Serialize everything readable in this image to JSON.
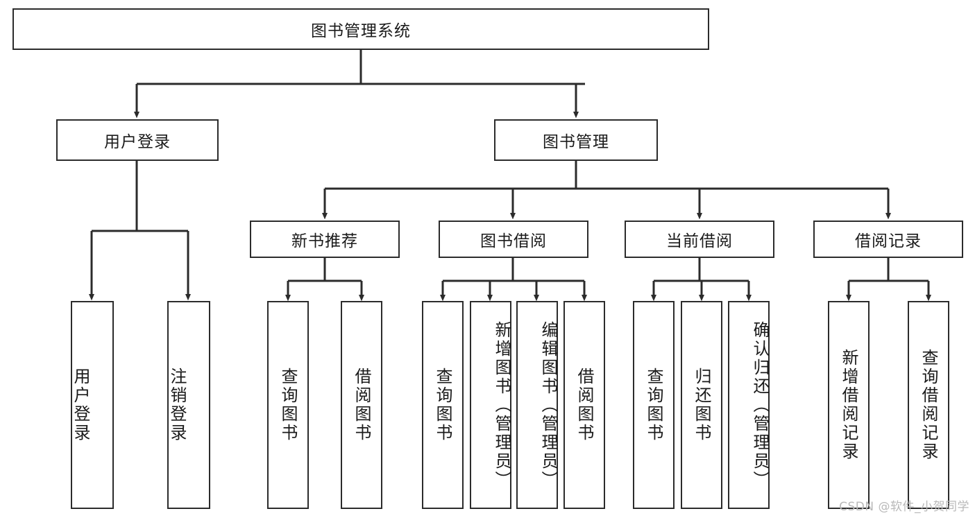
{
  "diagram": {
    "title": "图书管理系统",
    "type": "functional-structure-tree",
    "root": {
      "id": "root",
      "label": "图书管理系统"
    },
    "level1": [
      {
        "id": "user-login",
        "label": "用户登录"
      },
      {
        "id": "book-management",
        "label": "图书管理"
      }
    ],
    "level2": [
      {
        "id": "new-book-recommend",
        "label": "新书推荐",
        "parent": "book-management"
      },
      {
        "id": "book-borrow",
        "label": "图书借阅",
        "parent": "book-management"
      },
      {
        "id": "current-borrow",
        "label": "当前借阅",
        "parent": "book-management"
      },
      {
        "id": "borrow-record",
        "label": "借阅记录",
        "parent": "book-management"
      }
    ],
    "leaves": {
      "user_login": [
        {
          "id": "leaf-user-login",
          "label": "用户登录"
        },
        {
          "id": "leaf-user-logout",
          "label": "注销登录"
        }
      ],
      "new_book_recommend": [
        {
          "id": "leaf-query-book-1",
          "label": "查询图书"
        },
        {
          "id": "leaf-borrow-book-1",
          "label": "借阅图书"
        }
      ],
      "book_borrow": [
        {
          "id": "leaf-query-book-2",
          "label": "查询图书"
        },
        {
          "id": "leaf-add-book",
          "label": "新增图书（管理员）"
        },
        {
          "id": "leaf-edit-book",
          "label": "编辑图书（管理员）"
        },
        {
          "id": "leaf-borrow-book-2",
          "label": "借阅图书"
        }
      ],
      "current_borrow": [
        {
          "id": "leaf-query-book-3",
          "label": "查询图书"
        },
        {
          "id": "leaf-return-book",
          "label": "归还图书"
        },
        {
          "id": "leaf-confirm-return",
          "label": "确认归还（管理员）"
        }
      ],
      "borrow_record": [
        {
          "id": "leaf-add-borrow-record",
          "label": "新增借阅记录"
        },
        {
          "id": "leaf-query-borrow-record",
          "label": "查询借阅记录"
        }
      ]
    },
    "colors": {
      "stroke": "#2b2b2b",
      "fill": "#ffffff",
      "text": "#1a1a1a",
      "watermark": "#b9b9b9"
    }
  },
  "watermark": {
    "text": "CSDN @软件_小贺同学"
  }
}
